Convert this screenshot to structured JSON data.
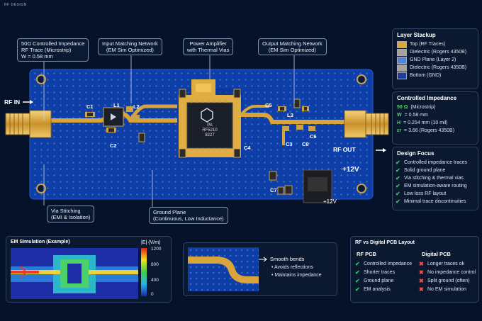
{
  "header": {
    "tag": "RF DESIGN"
  },
  "callouts": {
    "trace": [
      "50Ω Controlled Impedance",
      "RF Trace (Microstrip)",
      "W = 0.58 mm"
    ],
    "input": [
      "Input Matching Network",
      "(EM Sim Optimized)"
    ],
    "pa": [
      "Power Amplifier",
      "with Thermal Vias"
    ],
    "output": [
      "Output Matching Network",
      "(EM Sim Optimized)"
    ],
    "via": [
      "Via Stitching",
      "(EMI & Isolation)"
    ],
    "ground": [
      "Ground Plane",
      "(Continuous, Low Inductance)"
    ]
  },
  "board": {
    "rf_in": "RF IN",
    "rf_out": "RF OUT",
    "chip": [
      "PA",
      "RF5210",
      "8227"
    ],
    "power": "+12V",
    "power2": "+12V",
    "components": [
      "C1",
      "C2",
      "L1",
      "L2",
      "C5",
      "L3",
      "C3",
      "C8",
      "C6",
      "C7",
      "C4"
    ]
  },
  "layer_stackup": {
    "title": "Layer Stackup",
    "layers": [
      {
        "name": "Top (RF Traces)",
        "color": "#d9a93a"
      },
      {
        "name": "Dielectric (Rogers 4350B)",
        "color": "#a6a39a"
      },
      {
        "name": "GND Plane (Layer 2)",
        "color": "#4f86d8"
      },
      {
        "name": "Dielectric (Rogers 4350B)",
        "color": "#a6a39a"
      },
      {
        "name": "Bottom (GND)",
        "color": "#1b3f99"
      }
    ]
  },
  "impedance": {
    "title": "Controlled Impedance",
    "z_value": "50 Ω",
    "z_label": "(Microstrip)",
    "rows": [
      {
        "k": "W",
        "v": "= 0.58 mm"
      },
      {
        "k": "H",
        "v": "= 0.254 mm (10 mil)"
      },
      {
        "k": "Er",
        "v": "= 3.66 (Rogers 4350B)"
      }
    ]
  },
  "design_focus": {
    "title": "Design Focus",
    "items": [
      "Controlled impedance traces",
      "Solid ground plane",
      "Via stitching & thermal vias",
      "EM simulation-aware routing",
      "Low loss RF layout",
      "Minimal trace discontinuities"
    ]
  },
  "em_sim": {
    "title": "EM Simulation (Example)",
    "scale_title": "|E| (V/m)",
    "ticks": [
      "1200",
      "800",
      "400",
      "0"
    ]
  },
  "bends": {
    "title": "Smooth bends",
    "items": [
      "• Avoids reflections",
      "• Maintains impedance"
    ]
  },
  "rf_vs_digital": {
    "title": "RF vs Digital PCB Layout",
    "rf_title": "RF PCB",
    "rf_items": [
      "Controlled impedance",
      "Shorter traces",
      "Ground plane",
      "EM analysis"
    ],
    "dig_title": "Digital PCB",
    "dig_items": [
      "Longer traces ok",
      "No impedance control",
      "Split ground (often)",
      "No EM simulation"
    ]
  },
  "colors": {
    "board": "#0e3ea8",
    "copper": "#d9a53a",
    "background": "#06122a",
    "check": "#36c46a",
    "cross": "#ff4d4d"
  }
}
